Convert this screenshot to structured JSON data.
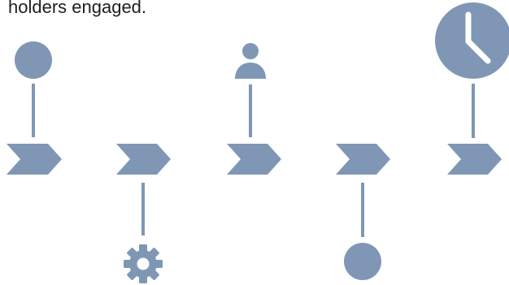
{
  "caption": {
    "text": "holders engaged."
  },
  "diagram": {
    "accent_color": "#7f97b5",
    "steps": [
      {
        "id": 1,
        "marker_position": "above",
        "icon": "circle-icon"
      },
      {
        "id": 2,
        "marker_position": "below",
        "icon": "gear-icon"
      },
      {
        "id": 3,
        "marker_position": "above",
        "icon": "person-icon"
      },
      {
        "id": 4,
        "marker_position": "below",
        "icon": "circle-icon"
      },
      {
        "id": 5,
        "marker_position": "above",
        "icon": "clock-icon"
      }
    ]
  }
}
